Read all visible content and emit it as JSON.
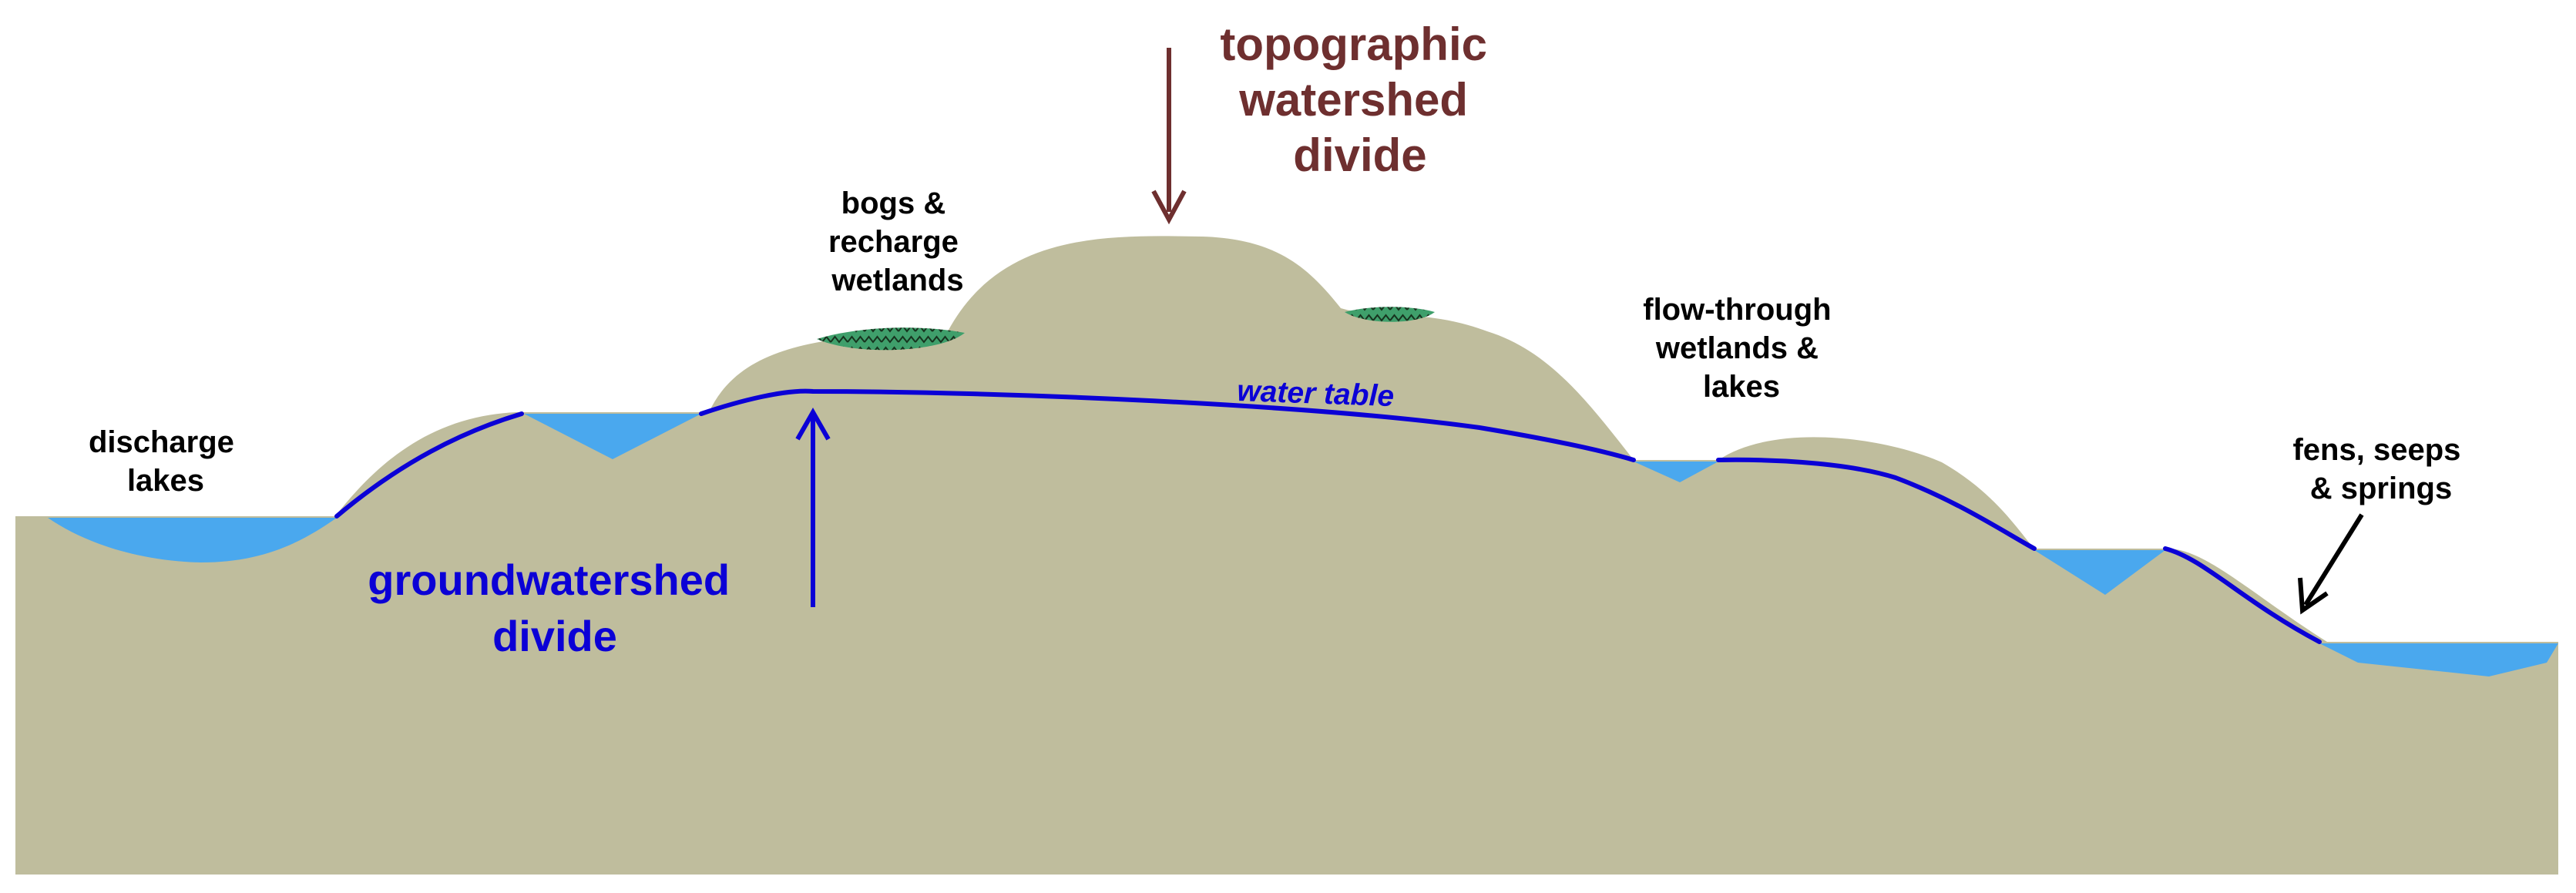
{
  "colors": {
    "ground": "#bfbd9d",
    "water": "#4aa8ee",
    "water_table": "#0b00d6",
    "bog": "#3f9f6b",
    "topographic_divide": "#6e2f2f",
    "label_text": "#000000"
  },
  "labels": {
    "topographic_divide": [
      "topographic",
      "watershed",
      "divide"
    ],
    "bogs": [
      "bogs &",
      "recharge",
      "wetlands"
    ],
    "discharge": [
      "discharge",
      "lakes"
    ],
    "flow_through": [
      "flow-through",
      "wetlands &",
      "lakes"
    ],
    "fens": [
      "fens, seeps",
      "& springs"
    ],
    "water_table": "water table",
    "groundwatershed_divide": [
      "groundwatershed",
      "divide"
    ]
  }
}
